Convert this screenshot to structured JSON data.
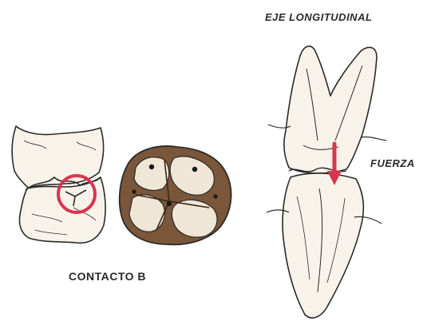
{
  "labels": {
    "axis": "EJE LONGITUDINAL",
    "force": "FUERZA",
    "contact": "CONTACTO B"
  },
  "colors": {
    "ink": "#2a2a2a",
    "highlight": "#d8354f",
    "enamel": "#f7f1e8",
    "stain": "#6b4a2e"
  },
  "icons": {
    "contact_marker": "red-circle",
    "force_indicator": "red-arrow-down"
  }
}
